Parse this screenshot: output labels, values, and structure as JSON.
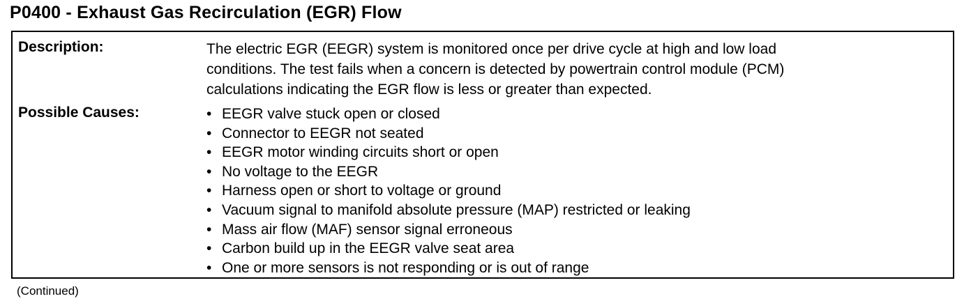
{
  "document": {
    "title": "P0400 - Exhaust Gas Recirculation (EGR) Flow",
    "description": {
      "label": "Description:",
      "lines": [
        "The electric EGR (EEGR) system is monitored once per drive cycle at high and low load",
        "conditions. The test fails when a concern is detected by powertrain control module (PCM)",
        "calculations indicating the EGR flow is less or greater than expected."
      ]
    },
    "possible_causes": {
      "label": "Possible Causes:",
      "bullet": "•",
      "items": [
        "EEGR valve stuck open or closed",
        "Connector to EEGR not seated",
        "EEGR motor winding circuits short or open",
        "No voltage to the EEGR",
        "Harness open or short to voltage or ground",
        "Vacuum signal to manifold absolute pressure (MAP) restricted or leaking",
        "Mass air flow (MAF) sensor signal erroneous",
        "Carbon build up in the EEGR valve seat area",
        "One or more sensors is not responding or is out of range"
      ]
    },
    "footer": "(Continued)"
  }
}
